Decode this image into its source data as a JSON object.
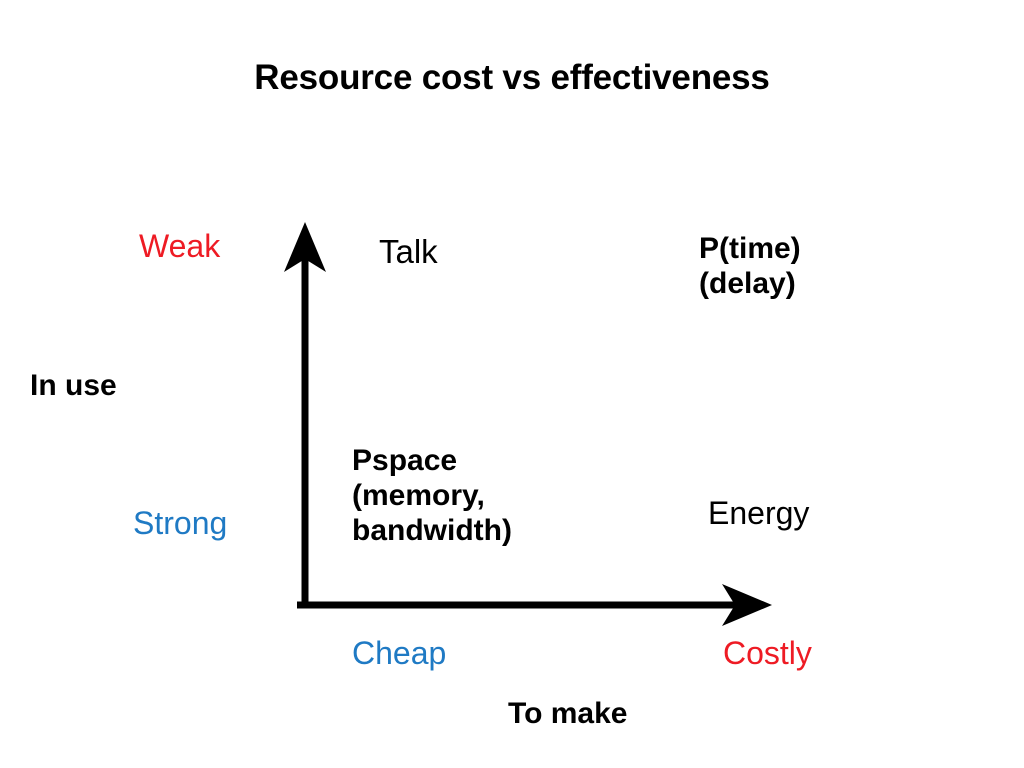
{
  "slide": {
    "title": "Resource cost vs effectiveness",
    "background": "#FFFFFF"
  },
  "colors": {
    "text": "#000000",
    "weak_costly_red": "#EE1B24",
    "strong_cheap_blue": "#1F7AC4",
    "axis": "#000000"
  },
  "axes": {
    "y": {
      "title": "In use",
      "high_label": "Weak",
      "high_label_color": "#EE1B24",
      "low_label": "Strong",
      "low_label_color": "#1F7AC4",
      "direction": "up-arrow"
    },
    "x": {
      "title": "To make",
      "low_label": "Cheap",
      "low_label_color": "#1F7AC4",
      "high_label": "Costly",
      "high_label_color": "#EE1B24",
      "direction": "right-arrow"
    }
  },
  "items": [
    {
      "id": "talk",
      "text": "Talk",
      "weight": "normal",
      "color": "#000000",
      "quadrant": "weak-cheap"
    },
    {
      "id": "p-time",
      "text": "P(time)\n(delay)",
      "weight": "bold",
      "color": "#000000",
      "quadrant": "weak-costly"
    },
    {
      "id": "pspace",
      "text": "Pspace\n(memory,\nbandwidth)",
      "weight": "bold",
      "color": "#000000",
      "quadrant": "strong-cheap"
    },
    {
      "id": "energy",
      "text": "Energy",
      "weight": "normal",
      "color": "#000000",
      "quadrant": "strong-costly"
    }
  ]
}
